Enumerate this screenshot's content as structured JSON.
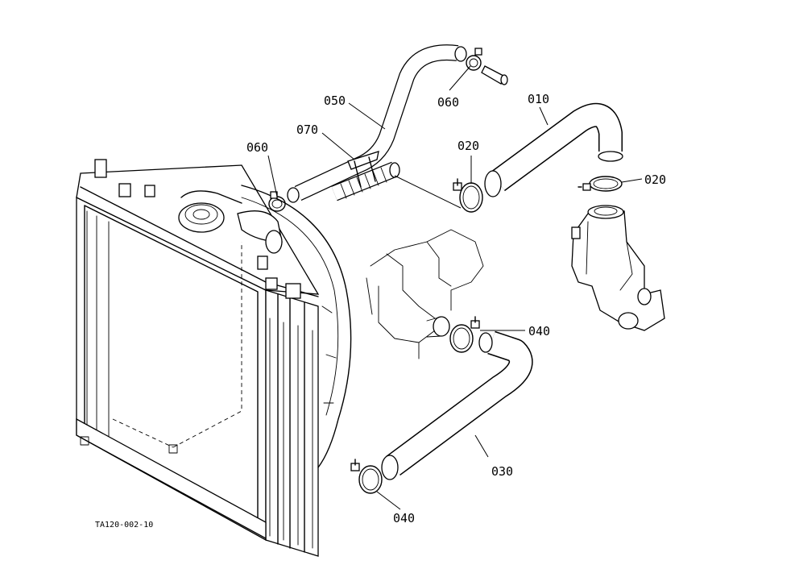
{
  "callouts": {
    "c010": "010",
    "c020a": "020",
    "c020b": "020",
    "c030": "030",
    "c040a": "040",
    "c040b": "040",
    "c050": "050",
    "c060a": "060",
    "c060b": "060",
    "c070": "070"
  },
  "figure_code": "TA120-002-10"
}
